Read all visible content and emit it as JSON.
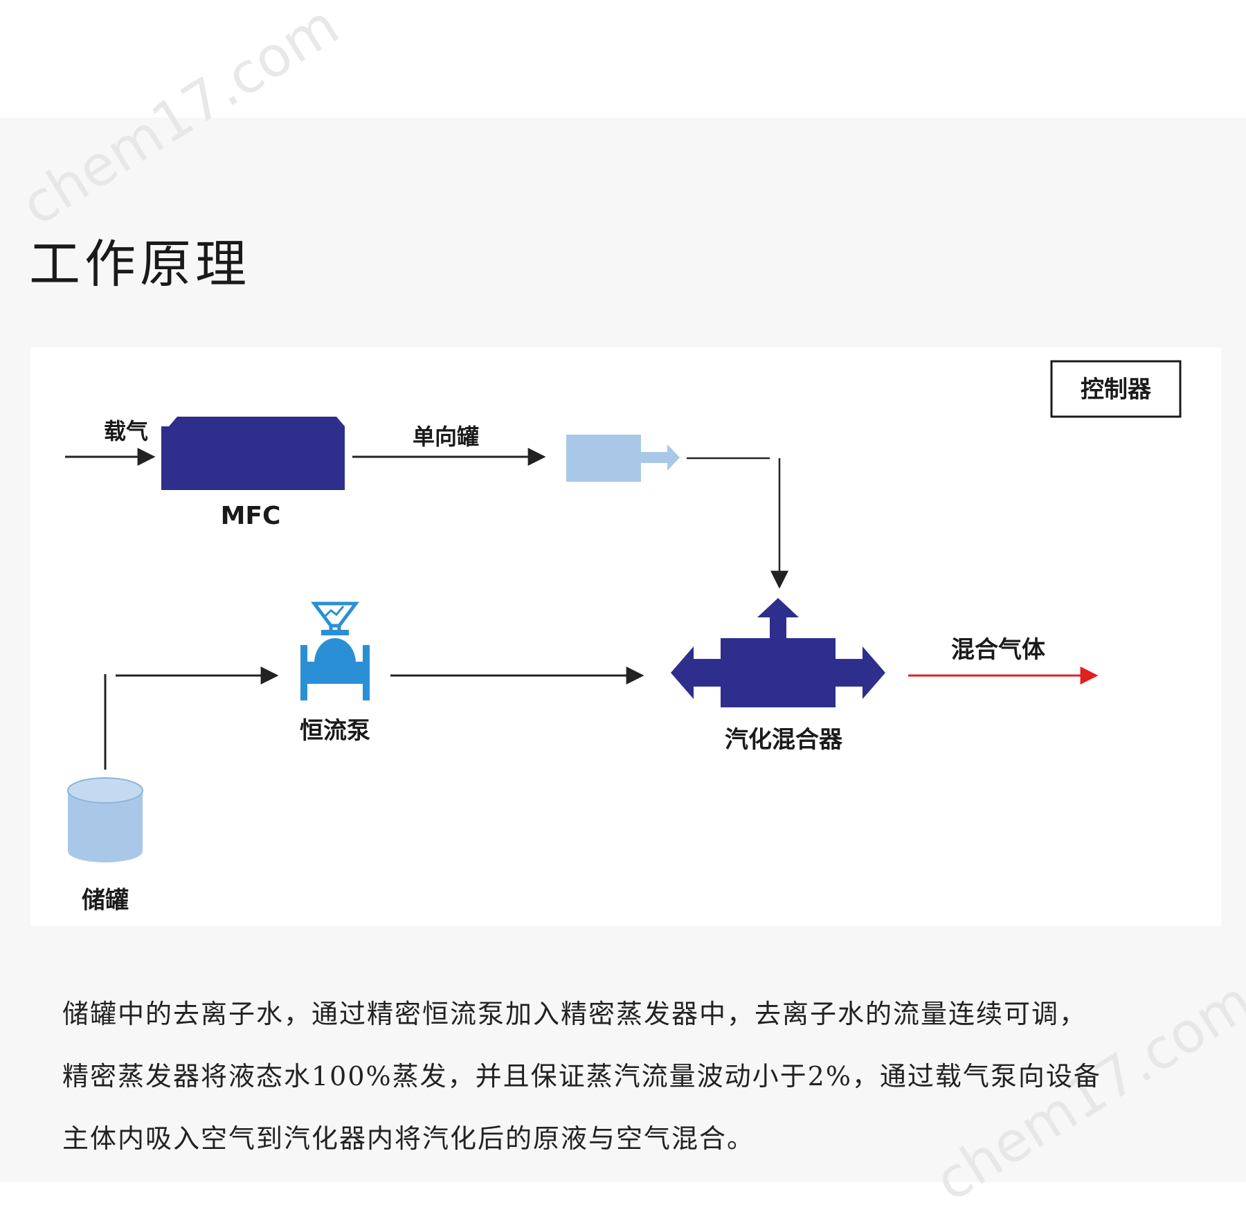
{
  "watermark": "chem17.com",
  "title": "工作原理",
  "diagram": {
    "labels": {
      "carrier_gas": "载气",
      "mfc": "MFC",
      "check_valve": "单向罐",
      "controller": "控制器",
      "pump": "恒流泵",
      "mixer": "汽化混合器",
      "mixed_gas": "混合气体",
      "tank": "储罐"
    },
    "colors": {
      "dark_blue": "#2e2e8c",
      "light_blue": "#a9c8e8",
      "pump_blue": "#2b8fd6",
      "arrow": "#222222",
      "output_arrow": "#e02020"
    }
  },
  "description": [
    "储罐中的去离子水，通过精密恒流泵加入精密蒸发器中，去离子水的流量连续可调，",
    "精密蒸发器将液态水100%蒸发，并且保证蒸汽流量波动小于2%，通过载气泵向设备",
    "主体内吸入空气到汽化器内将汽化后的原液与空气混合。"
  ]
}
